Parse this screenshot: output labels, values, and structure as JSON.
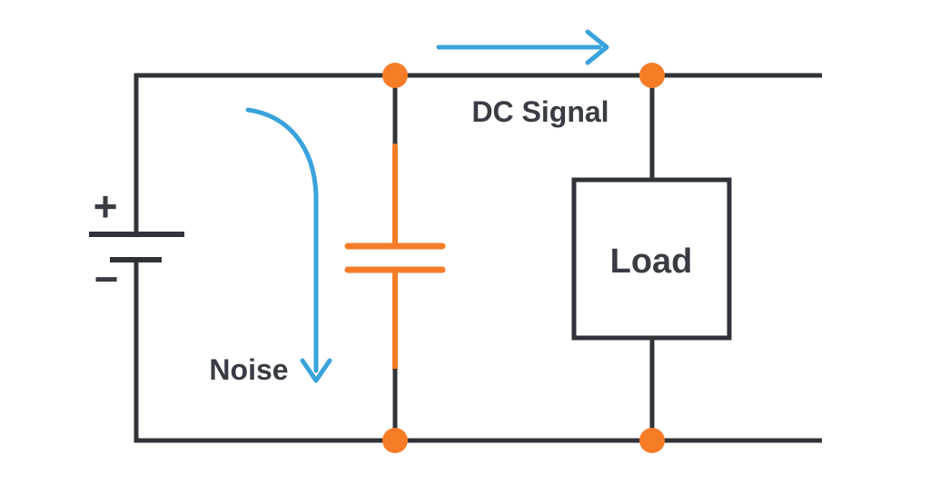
{
  "diagram": {
    "labels": {
      "dc_signal": "DC Signal",
      "noise": "Noise",
      "load": "Load",
      "battery_positive": "+",
      "battery_negative": "−"
    },
    "colors": {
      "background": "#FFFFFF",
      "wire": "#303338",
      "accent_orange": "#F77C28",
      "accent_blue": "#3AA3DC",
      "text": "#393D43"
    }
  }
}
